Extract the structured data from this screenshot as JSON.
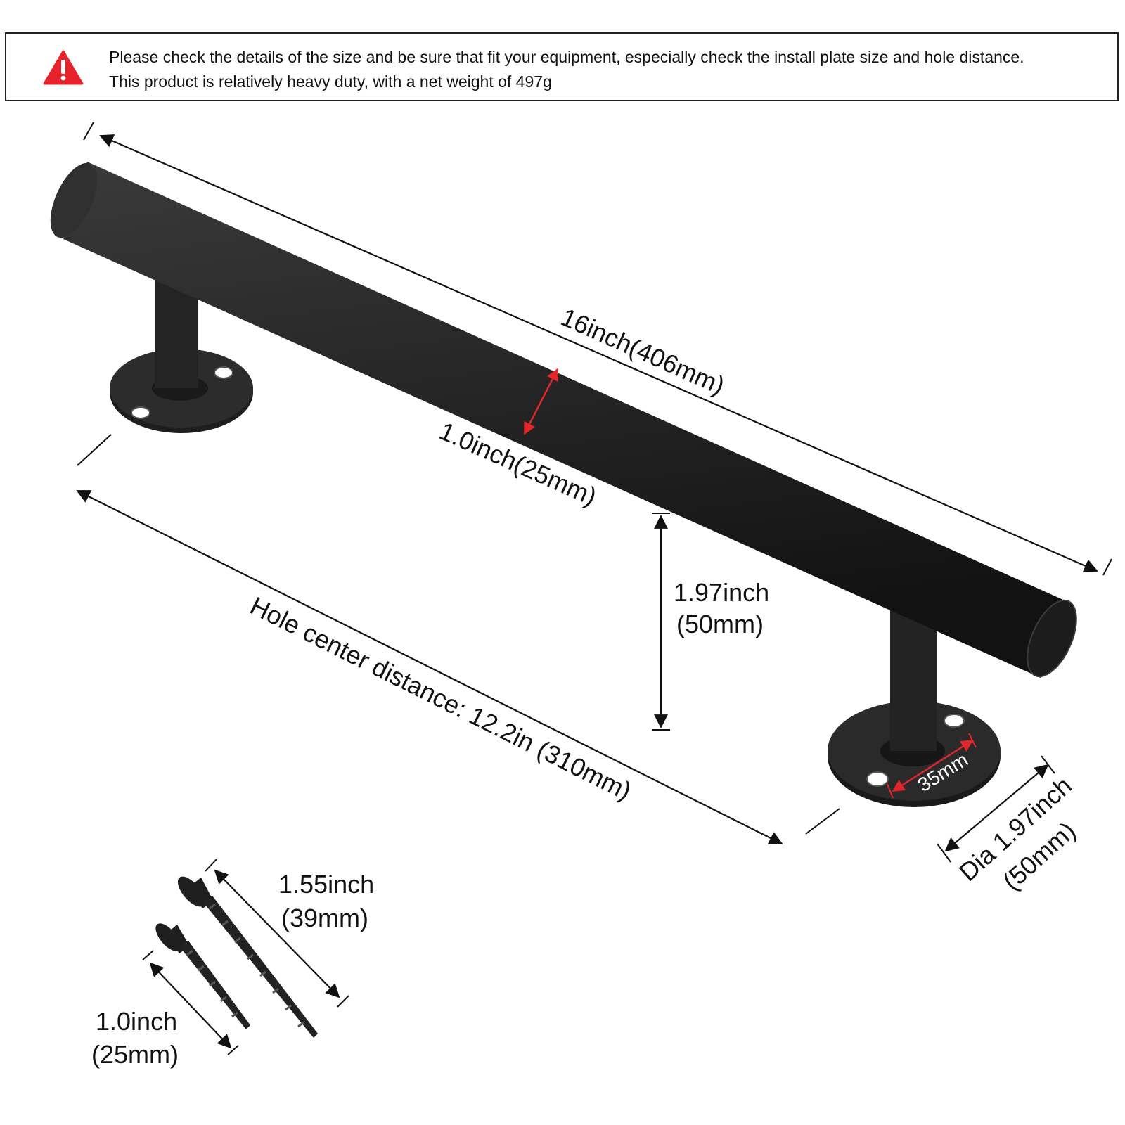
{
  "notice": {
    "icon": "warning-triangle-icon",
    "line1": "Please check the details of the size and be sure that fit your equipment,  especially check the install plate size and hole distance.",
    "line2": "This product is relatively heavy duty, with a net weight of 497g"
  },
  "dimensions": {
    "length": "16inch(406mm)",
    "diameter": "1.0inch(25mm)",
    "height_value": "1.97inch",
    "height_mm": "(50mm)",
    "hole_distance": "Hole center distance: 12.2in (310mm)",
    "post_width": "35mm",
    "plate_dia_value": "Dia 1.97inch",
    "plate_dia_mm": "(50mm)",
    "long_screw_value": "1.55inch",
    "long_screw_mm": "(39mm)",
    "short_screw_value": "1.0inch",
    "short_screw_mm": "(25mm)"
  },
  "colors": {
    "bar": "#1f1f1f",
    "accent_red": "#e3262a",
    "warning_red": "#e8222a",
    "text": "#111111"
  }
}
